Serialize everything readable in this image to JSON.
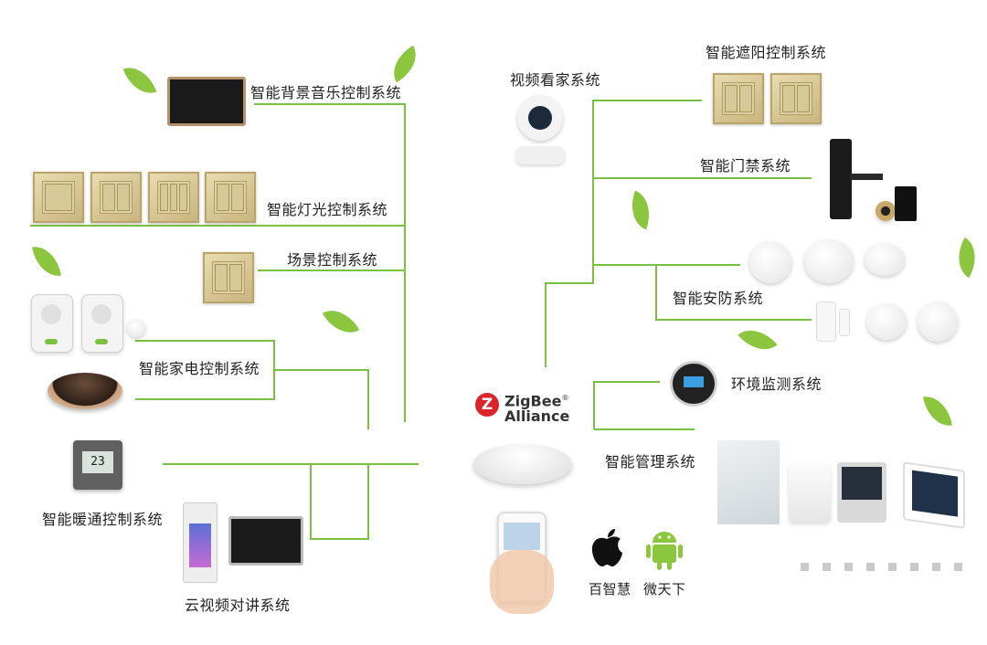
{
  "labels": {
    "bg_music": "智能背景音乐控制系统",
    "lighting": "智能灯光控制系统",
    "scene": "场景控制系统",
    "appliance": "智能家电控制系统",
    "hvac": "智能暖通控制系统",
    "intercom": "云视频对讲系统",
    "video": "视频看家系统",
    "shading": "智能遮阳控制系统",
    "access": "智能门禁系统",
    "security": "智能安防系统",
    "env": "环境监测系统",
    "manage": "智能管理系统",
    "apple_app": "百智慧",
    "android_app": "微天下"
  },
  "zigbee": {
    "line1": "ZigBee",
    "line2": "Alliance",
    "mark": "Z",
    "registered": "®"
  },
  "thermostat_reading": "23",
  "colors": {
    "line": "#7ac143",
    "leaf": "#8cc63f",
    "zigbee_red": "#d9252a",
    "android": "#8cc63f"
  },
  "icons": [
    "leaf-icon",
    "apple-icon",
    "android-icon"
  ]
}
